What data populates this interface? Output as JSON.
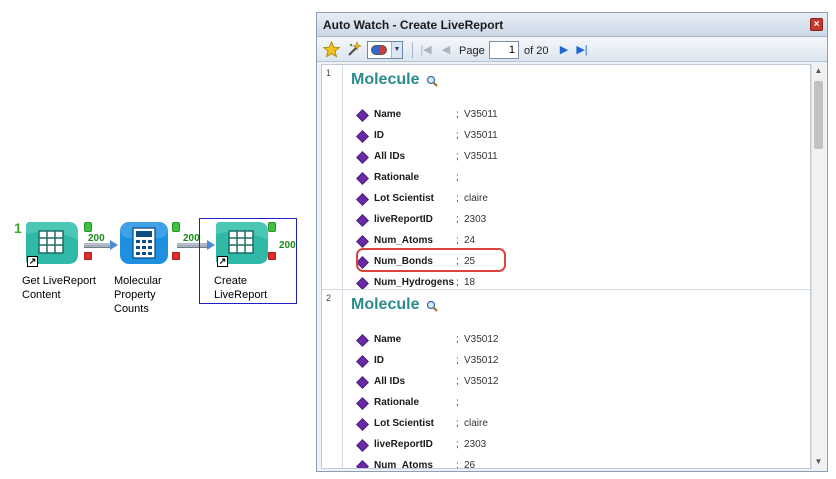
{
  "canvas": {
    "nodes": [
      {
        "label_lines": [
          "Get LiveReport",
          "Content"
        ],
        "number": "1",
        "count": "200"
      },
      {
        "label_lines": [
          "Molecular",
          "Property",
          "Counts"
        ],
        "count": "200"
      },
      {
        "label_lines": [
          "Create",
          "LiveReport"
        ],
        "count": "200"
      }
    ]
  },
  "window": {
    "title": "Auto Watch - Create LiveReport",
    "close_glyph": "×",
    "toolbar": {
      "page_label": "Page",
      "page_value": "1",
      "of_label": "of 20",
      "icons": [
        "star-icon",
        "wand-icon",
        "view-mode-icon",
        "first-page-icon",
        "prev-page-icon",
        "next-page-icon",
        "last-page-icon"
      ]
    },
    "records": [
      {
        "index": "1",
        "title": "Molecule",
        "properties": [
          {
            "name": "Name",
            "colon": ";",
            "value": "V35011"
          },
          {
            "name": "ID",
            "colon": ";",
            "value": "V35011"
          },
          {
            "name": "All IDs",
            "colon": ";",
            "value": "V35011"
          },
          {
            "name": "Rationale",
            "colon": ";",
            "value": ""
          },
          {
            "name": "Lot Scientist",
            "colon": ";",
            "value": "claire"
          },
          {
            "name": "liveReportID",
            "colon": ";",
            "value": "2303"
          },
          {
            "name": "Num_Atoms",
            "colon": ";",
            "value": "24"
          },
          {
            "name": "Num_Bonds",
            "colon": ";",
            "value": "25"
          },
          {
            "name": "Num_Hydrogens",
            "colon": ";",
            "value": "18"
          }
        ]
      },
      {
        "index": "2",
        "title": "Molecule",
        "properties": [
          {
            "name": "Name",
            "colon": ";",
            "value": "V35012"
          },
          {
            "name": "ID",
            "colon": ";",
            "value": "V35012"
          },
          {
            "name": "All IDs",
            "colon": ";",
            "value": "V35012"
          },
          {
            "name": "Rationale",
            "colon": ";",
            "value": ""
          },
          {
            "name": "Lot Scientist",
            "colon": ";",
            "value": "claire"
          },
          {
            "name": "liveReportID",
            "colon": ";",
            "value": "2303"
          },
          {
            "name": "Num_Atoms",
            "colon": ";",
            "value": "26"
          }
        ]
      }
    ]
  },
  "colors": {
    "node_teal": "#2fb9a6",
    "node_blue": "#1f8fe0",
    "title_teal": "#2a8c8c",
    "highlight_red": "#d9453d",
    "diamond_purple": "#6a2aa6"
  }
}
